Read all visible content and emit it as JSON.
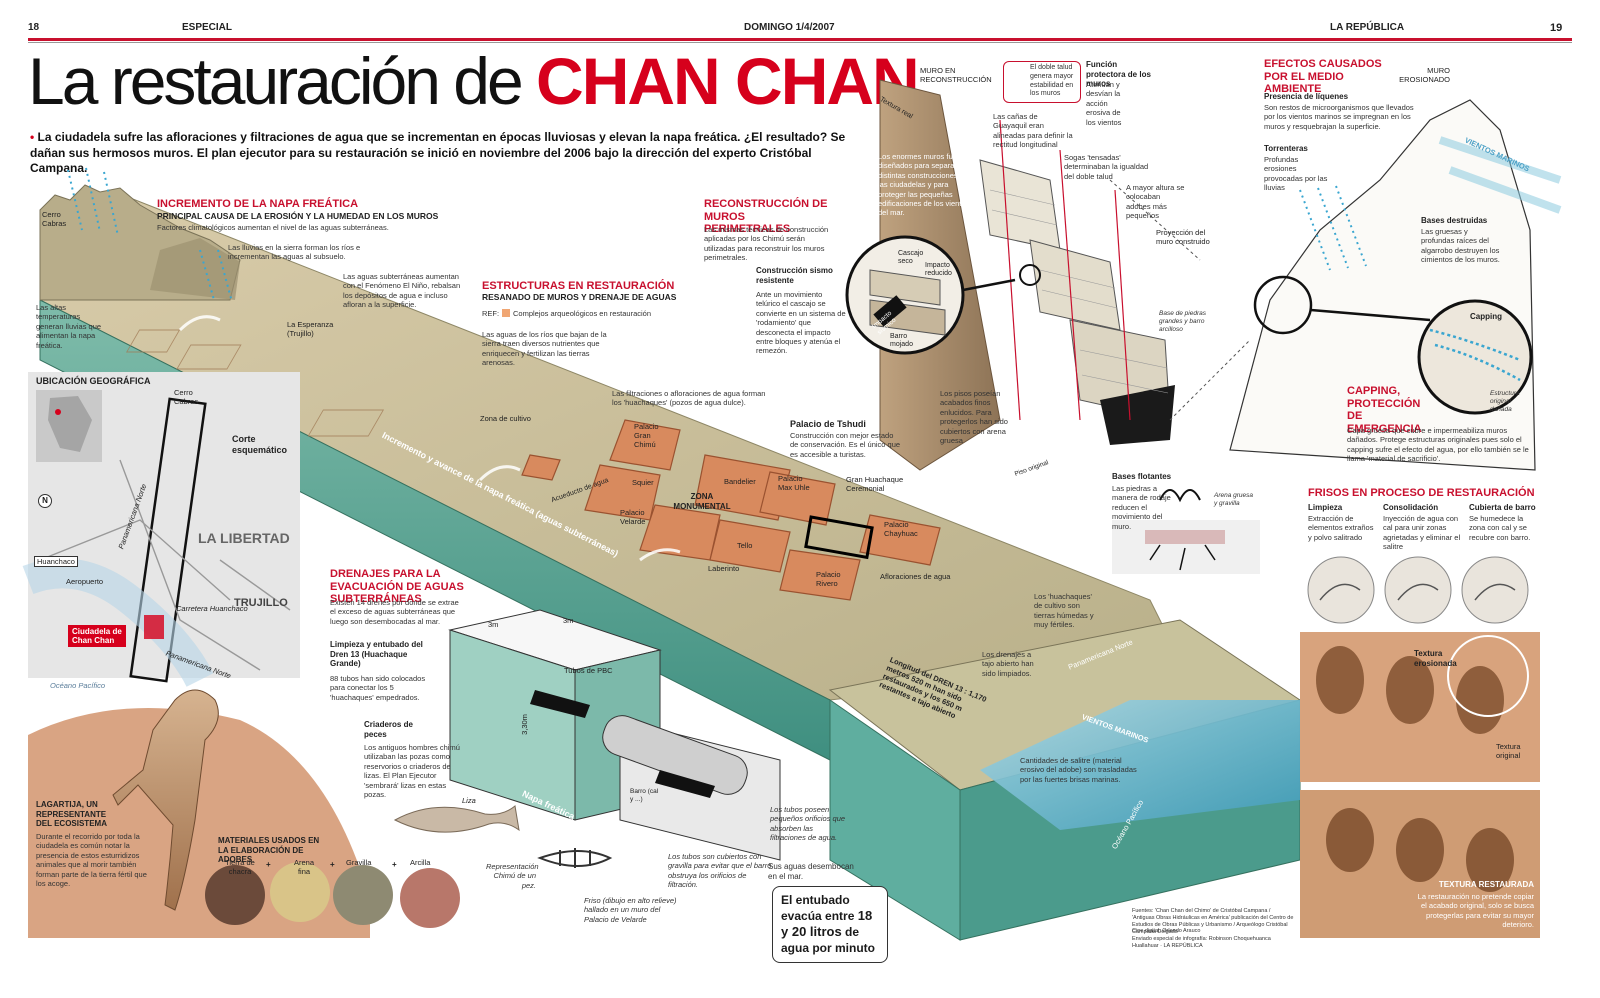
{
  "header": {
    "page_left": "18",
    "section": "ESPECIAL",
    "date": "DOMINGO 1/4/2007",
    "publication": "LA REPÚBLICA",
    "page_right": "19"
  },
  "title": {
    "prefix": "La restauración de",
    "highlight": "CHAN CHAN"
  },
  "lead": "La ciudadela sufre las afloraciones y filtraciones de agua que se incrementan en épocas lluviosas y elevan la napa freática. ¿El resultado? Se dañan sus hermosos muros. El plan ejecutor para su restauración se inició en noviembre del 2006 bajo la dirección del experto Cristóbal Campana.",
  "napa": {
    "heading": "INCREMENTO DE LA NAPA FREÁTICA",
    "subheading": "PRINCIPAL CAUSA DE LA EROSIÓN Y LA HUMEDAD EN LOS MUROS",
    "text": "Factores climatológicos aumentan el nivel de las aguas subterráneas.",
    "rain_sierra": "Las lluvias en la sierra forman los ríos e incrementan las aguas al subsuelo.",
    "underground": "Las aguas subterráneas aumentan con el Fenómeno El Niño, rebalsan los depósitos de agua e incluso afloran a la superficie.",
    "high_temps": "Las altas temperaturas generan lluvias que alimentan la napa freática."
  },
  "estructuras": {
    "heading": "ESTRUCTURAS EN RESTAURACIÓN",
    "subheading": "RESANADO DE MUROS Y DRENAJE DE AGUAS",
    "ref_label": "REF:",
    "ref_text": "Complejos arqueológicos en restauración",
    "rivers": "Las aguas de los ríos que bajan de la sierra traen diversos nutrientes que enriquecen y fertilizan las tierras arenosas.",
    "filtrations": "Las filtraciones o afloraciones de agua forman los 'huachaques' (pozos de agua dulce)."
  },
  "reconstruccion": {
    "heading": "RECONSTRUCCIÓN DE MUROS PERIMETRALES",
    "text": "Las mismas técnicas de construcción aplicadas por los Chimú serán utilizadas para reconstruir los muros perimetrales.",
    "sismo_title": "Construcción sismo resistente",
    "sismo_text": "Ante un movimiento telúrico el cascajo se convierte en un sistema de 'rodamiento' que desconecta el impacto entre bloques y atenúa el remezón.",
    "cascajo": "Cascajo seco",
    "impacto": "Impacto reducido",
    "impacto_sismico": "Impacto sísmico",
    "barro": "Barro mojado",
    "muro_en_reconstruccion": "MURO EN RECONSTRUCCIÓN",
    "textura_real": "Textura real",
    "doble_talud": "El doble talud genera mayor estabilidad en los muros",
    "funcion_title": "Función protectora de los muros",
    "funcion_text": "Atenúan y desvían la acción erosiva de los vientos",
    "canas": "Las cañas de Guayaquil eran alineadas para definir la rectitud longitudinal",
    "enormes": "Los enormes muros fueron diseñados para separar las distintas construcciones de las ciudadelas y para proteger las pequeñas edificaciones de los vientos del mar.",
    "sogas": "Sogas 'tensadas' determinaban la igualdad del doble talud",
    "mayor_altura": "A mayor altura se colocaban adobes más pequeños",
    "proyeccion": "Proyección del muro construido",
    "base_piedras": "Base de piedras grandes y barro arcilloso",
    "pisos": "Los pisos poseían acabados finos enlucidos. Para protegerlos han sido cubiertos con arena gruesa",
    "piso_original": "Piso original",
    "bases_title": "Bases flotantes",
    "bases_text": "Las piedras a manera de rodaje reducen el movimiento del muro.",
    "arena_gravilla": "Arena gruesa y gravilla"
  },
  "efectos": {
    "heading": "EFECTOS CAUSADOS POR EL MEDIO AMBIENTE",
    "muro_erosionado": "MURO EROSIONADO",
    "liquenes_title": "Presencia de líquenes",
    "liquenes_text": "Son restos de microorganismos que llevados por los vientos marinos se impregnan en los muros y resquebrajan la superficie.",
    "torrenteras_title": "Torrenteras",
    "torrenteras_text": "Profundas erosiones provocadas por las lluvias",
    "bases_title": "Bases destruidas",
    "bases_text": "Las gruesas y profundas raíces del algarrobo destruyen los cimientos de los muros.",
    "vientos": "VIENTOS MARINOS",
    "capping_label": "Capping",
    "estructura_original": "Estructura original dañada",
    "capping_heading": "CAPPING, PROTECCIÓN DE EMERGENCIA",
    "capping_text": "Capa gruesa que cubre e impermeabiliza muros dañados. Protege estructuras originales pues solo el capping sufre el efecto del agua, por ello también se le llama 'material de sacrificio'."
  },
  "frisos": {
    "heading": "FRISOS EN PROCESO DE RESTAURACIÓN",
    "steps": [
      {
        "title": "Limpieza",
        "text": "Extracción de elementos extraños y polvo salitrado"
      },
      {
        "title": "Consolidación",
        "text": "Inyección de agua con cal para unir zonas agrietadas y eliminar el salitre"
      },
      {
        "title": "Cubierta de barro",
        "text": "Se humedece la zona con cal y se recubre con barro."
      }
    ],
    "textura_erosionada": "Textura erosionada",
    "textura_original": "Textura original",
    "restaurada_title": "TEXTURA RESTAURADA",
    "restaurada_text": "La restauración no pretende copiar el acabado original, solo se busca protegerlas para evitar su mayor deterioro."
  },
  "map": {
    "heading": "UBICACIÓN GEOGRÁFICA",
    "cerro_cabras": "Cerro Cabras",
    "corte": "Corte esquemático",
    "region": "LA LIBERTAD",
    "city": "TRUJILLO",
    "huanchaco": "Huanchaco",
    "aeropuerto": "Aeropuerto",
    "carretera": "Carretera Huanchaco",
    "panamericana_norte": "Panamericana Norte",
    "panamericana_norte_2": "Panamericana Norte",
    "ciudadela": "Ciudadela de Chan Chan",
    "oceano": "Océano Pacífico",
    "north": "N"
  },
  "site": {
    "cerro_cabras": "Cerro Cabras",
    "esperanza": "La Esperanza (Trujillo)",
    "zona_cultivo": "Zona de cultivo",
    "incremento_label": "Incremento y avance de la napa freática (aguas subterráneas)",
    "acueducto": "Acueducto de agua",
    "gran_chimu": "Palacio Gran Chimú",
    "squier": "Squier",
    "zona_monumental": "ZONA MONUMENTAL",
    "velarde": "Palacio Velarde",
    "bandelier": "Bandelier",
    "uhle": "Palacio Max Uhle",
    "tello": "Tello",
    "laberinto": "Laberinto",
    "rivero": "Palacio Rivero",
    "tshudi_title": "Palacio de Tshudi",
    "tshudi_text": "Construcción con mejor estado de conservación. Es el único que es accesible a turistas.",
    "huachaque": "Gran Huachaque Ceremonial",
    "chayhuac": "Palacio Chayhuac",
    "afloraciones": "Afloraciones de agua",
    "huachaques_cultivo": "Los 'huachaques' de cultivo son tierras húmedas y muy fértiles.",
    "drenajes_abierto": "Los drenajes a tajo abierto han sido limpiados.",
    "dren_longitud": "Longitud del DREN 13 : 1,170 metros 520 m han sido restaurados y los 650 m restantes a tajo abierto",
    "panamericana": "Panamericana Norte",
    "vientos": "VIENTOS MARINOS",
    "salitre": "Cantidades de salitre (material erosivo del adobe) son trasladadas por las fuertes brisas marinas.",
    "oceano": "Océano Pacífico"
  },
  "drenajes": {
    "heading": "DRENAJES PARA LA EVACUACIÓN DE AGUAS SUBTERRÁNEAS",
    "text": "Existen 14 drenes por donde se extrae el exceso de aguas subterráneas que luego son desembocadas al mar.",
    "dren_title": "Limpieza y entubado del Dren 13 (Huachaque Grande)",
    "dren_text": "88 tubos han sido colocados para conectar los 5 'huachaques' empedrados.",
    "criaderos_title": "Criaderos de peces",
    "criaderos_text": "Los antiguos hombres chimú utilizaban las pozas como reservorios o criaderos de lizas. El Plan Ejecutor 'sembrará' lizas en estas pozas.",
    "liza": "Liza",
    "tubos_pbc": "Tubos de PBC",
    "dim_3m_a": "3m",
    "dim_3m_b": "3m",
    "dim_330": "3,30m",
    "barro_cal": "Barro (cal y ...)",
    "napa": "Napa freática",
    "orificios": "Los tubos poseen pequeños orificios que absorben las filtraciones de agua.",
    "cubiertos": "Los tubos son cubiertos con gravilla para evitar que el barro obstruya los orificios de filtración.",
    "desembocan": "Sus aguas desembocan en el mar.",
    "representacion": "Representación Chimú de un pez.",
    "friso_pez": "Friso (dibujo en alto relieve) hallado en un muro del Palacio de Velarde",
    "entubado_text": "El entubado evacúa entre",
    "entubado_strong": "18 y 20 litros",
    "entubado_end": "de agua por minuto"
  },
  "lagartija": {
    "title": "LAGARTIJA, UN REPRESENTANTE DEL ECOSISTEMA",
    "text": "Durante el recorrido por toda la ciudadela es común notar la presencia de estos esturridizos animales que al morir también forman parte de la tierra fértil que los acoge."
  },
  "materiales": {
    "title": "MATERIALES USADOS EN LA ELABORACIÓN DE ADOBES",
    "items": [
      "Tierra de chacra",
      "Arena fina",
      "Gravilla",
      "Arcilla"
    ],
    "plus": "+"
  },
  "credits": {
    "fuentes": "Fuentes: 'Chan Chan del Chimo' de Cristóbal Campana / 'Antiguas Obras Hidráulicas en América' publicación del Centro de Estudios de Obras Públicas y Urbanismo / Arqueólogo Cristóbal Campana Delgado",
    "cine": "Cine digital: Orlando Arauco",
    "enviado": "Enviado especial de infografía: Robinson Choquehuanca Huallahuar · LA REPÚBLICA"
  },
  "colors": {
    "red": "#d6001c",
    "sand": "#cdbf93",
    "water": "#5fae9f",
    "adobe": "#d88a5e",
    "sea": "#6fb8d0"
  }
}
